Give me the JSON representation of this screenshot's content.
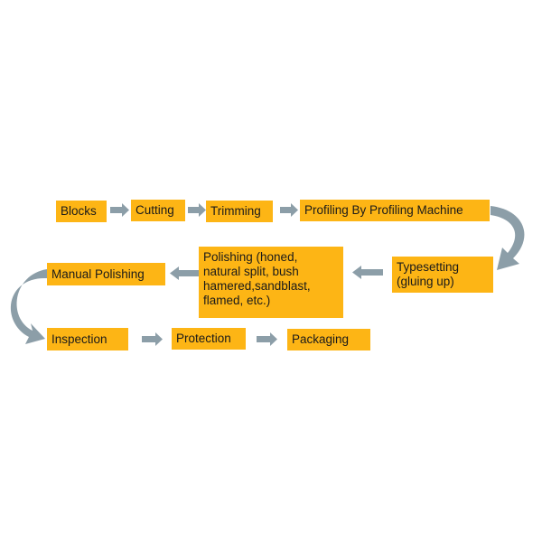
{
  "diagram": {
    "box_color": "#fdb515",
    "arrow_color": "#8c9ea8",
    "steps": {
      "blocks": "Blocks",
      "cutting": "Cutting",
      "trimming": "Trimming",
      "profiling": "Profiling By Profiling Machine",
      "typesetting": "Typesetting\n(gluing up)",
      "polishing": "Polishing (honed,\nnatural split, bush\nhamered,sandblast,\nflamed, etc.)",
      "manual_polishing": "Manual Polishing",
      "inspection": "Inspection",
      "protection": "Protection",
      "packaging": "Packaging"
    }
  }
}
